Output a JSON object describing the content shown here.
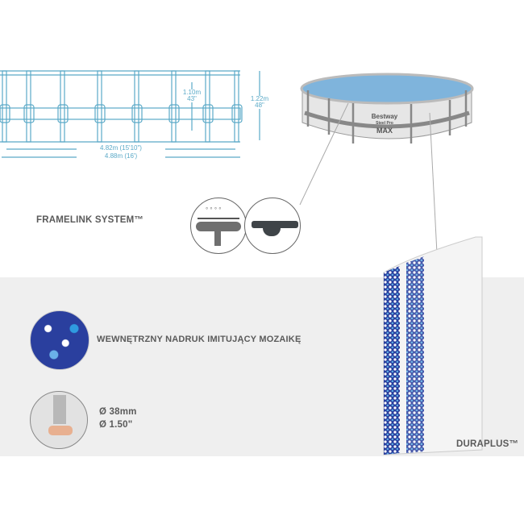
{
  "diagram": {
    "inner_height": "1.10m",
    "inner_height_in": "43\"",
    "total_height": "1.22m",
    "total_height_in": "48\"",
    "inner_diameter": "4.82m (15'10\")",
    "outer_diameter": "4.88m (16')"
  },
  "pool": {
    "brand": "Bestway",
    "model_line": "Steel Pro",
    "model": "MAX"
  },
  "features": {
    "framelink": "FRAMELINK SYSTEM™",
    "mosaic": "WEWNĘTRZNY NADRUK IMITUJĄCY MOZAIKĘ",
    "connector_mm": "Ø 38mm",
    "connector_in": "Ø 1.50\"",
    "duraplus": "DURAPLUS™"
  },
  "colors": {
    "diagram": "#5aa9c7",
    "text": "#5a5a5a",
    "band": "#efefef"
  }
}
